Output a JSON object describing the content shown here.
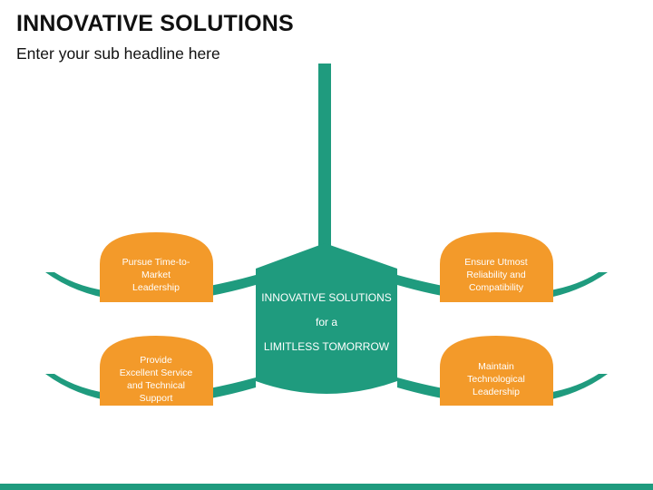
{
  "header": {
    "title": "INNOVATIVE SOLUTIONS",
    "subtitle": "Enter your sub headline here"
  },
  "colors": {
    "teal": "#1f9b7e",
    "orange": "#f39a2a",
    "text": "#111111"
  },
  "center": {
    "lines": [
      "INNOVATIVE SOLUTIONS",
      "for a",
      "LIMITLESS TOMORROW"
    ]
  },
  "items": [
    {
      "lines": [
        "Pursue Time-to-",
        "Market",
        "Leadership"
      ]
    },
    {
      "lines": [
        "Ensure Utmost",
        "Reliability and",
        "Compatibility"
      ]
    },
    {
      "lines": [
        "Provide",
        "Excellent Service",
        "and Technical",
        "Support"
      ]
    },
    {
      "lines": [
        "Maintain",
        "Technological",
        "Leadership"
      ]
    }
  ]
}
